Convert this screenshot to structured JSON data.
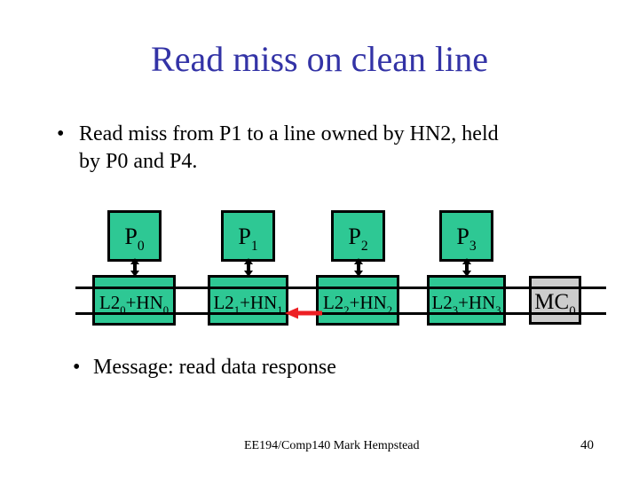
{
  "colors": {
    "title-blue": "#3333a6",
    "box-green": "#2ec894",
    "box-gray": "#cccccc",
    "arrow-red": "#ed1f24"
  },
  "slide": {
    "title": "Read miss on clean line",
    "bullets": [
      {
        "marker": "•",
        "line1": "Read miss from P1 to a line owned by HN2, held",
        "line2": "by P0 and P4."
      },
      {
        "marker": "•",
        "line1": "Message: read data response"
      }
    ],
    "footer": {
      "course": "EE194/Comp140 Mark Hempstead",
      "page_number": "40"
    }
  },
  "diagram": {
    "processors": [
      {
        "label": "P",
        "sub": "0"
      },
      {
        "label": "P",
        "sub": "1"
      },
      {
        "label": "P",
        "sub": "2"
      },
      {
        "label": "P",
        "sub": "3"
      }
    ],
    "caches": [
      {
        "base": "L2",
        "base_sub": "0",
        "hn": "+HN",
        "hn_sub": "0"
      },
      {
        "base": "L2",
        "base_sub": "1",
        "hn": "+HN",
        "hn_sub": "1"
      },
      {
        "base": "L2",
        "base_sub": "2",
        "hn": "+HN",
        "hn_sub": "2"
      },
      {
        "base": "L2",
        "base_sub": "3",
        "hn": "+HN",
        "hn_sub": "3"
      }
    ],
    "memory_controller": {
      "label": "MC",
      "sub": "0"
    },
    "message_arrow": {
      "from": "L2_2+HN_2",
      "to": "L2_1+HN_1",
      "direction": "left"
    }
  }
}
